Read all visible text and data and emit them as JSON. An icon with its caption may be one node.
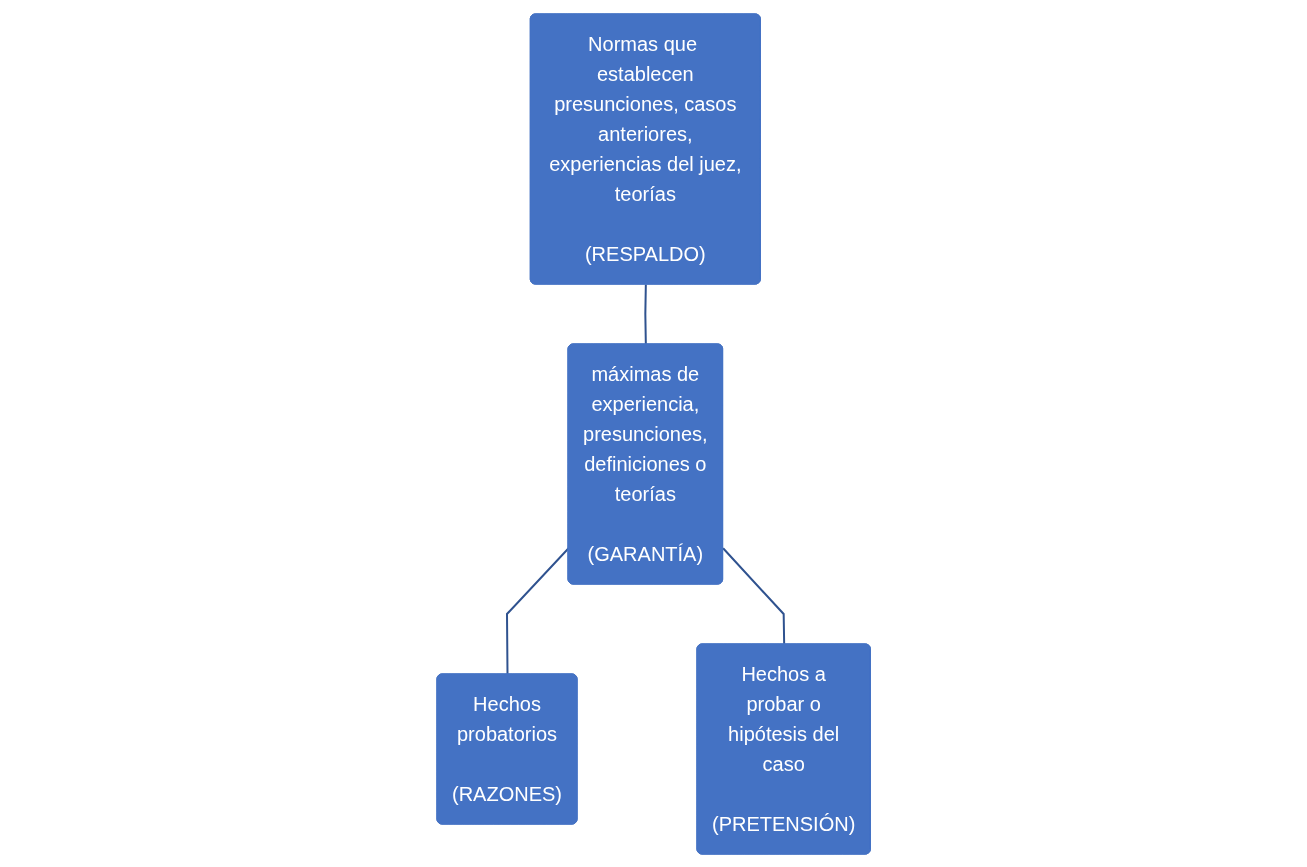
{
  "diagram": {
    "nodes": [
      {
        "text": [
          "Normas que establecen presunciones, casos anteriores, experiencias del juez, teorías",
          "(RESPALDO)"
        ]
      },
      {
        "text": [
          "máximas de experiencia, presunciones, definiciones o teorías",
          "(GARANTÍA)"
        ]
      },
      {
        "text": [
          "Hechos probatorios",
          "(RAZONES)"
        ]
      },
      {
        "text": [
          "Hechos a probar o hipótesis del caso",
          "(PRETENSIÓN)"
        ]
      }
    ],
    "edges": [
      {
        "from": 0,
        "to": 1,
        "arrow": "none"
      },
      {
        "from": 1,
        "to": 2,
        "arrow": "none"
      },
      {
        "from": 1,
        "to": 3,
        "arrow": "none"
      }
    ]
  }
}
